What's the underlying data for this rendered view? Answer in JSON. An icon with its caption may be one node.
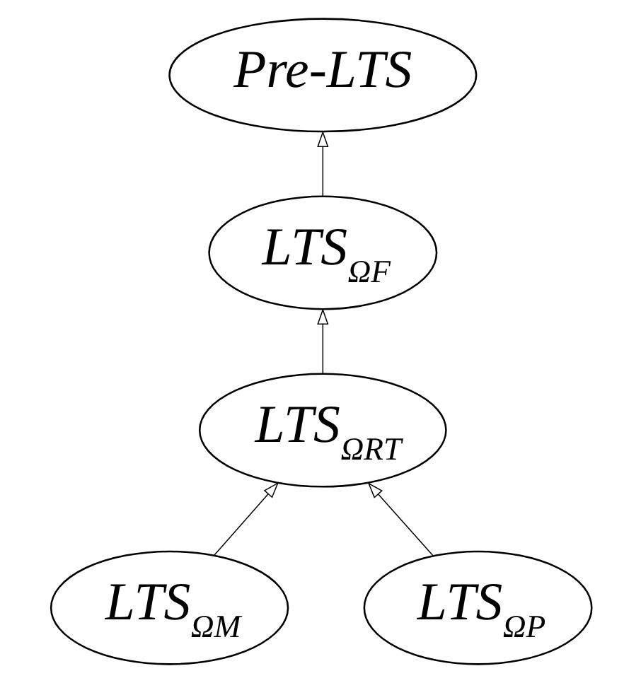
{
  "diagram": {
    "nodes": [
      {
        "text": [
          "Pre-LTS"
        ]
      },
      {
        "text": [
          "LTS$_{ΩF}$"
        ]
      },
      {
        "text": [
          "LTS$_{ΩRT}$"
        ]
      },
      {
        "text": [
          "LTS$_{ΩM}$"
        ]
      },
      {
        "text": [
          "LTS$_{ΩP}$"
        ]
      }
    ],
    "edges": [
      {
        "from": 1,
        "to": 0,
        "arrow": "to"
      },
      {
        "from": 2,
        "to": 1,
        "arrow": "to"
      },
      {
        "from": 3,
        "to": 2,
        "arrow": "to"
      },
      {
        "from": 4,
        "to": 2,
        "arrow": "to"
      }
    ]
  }
}
